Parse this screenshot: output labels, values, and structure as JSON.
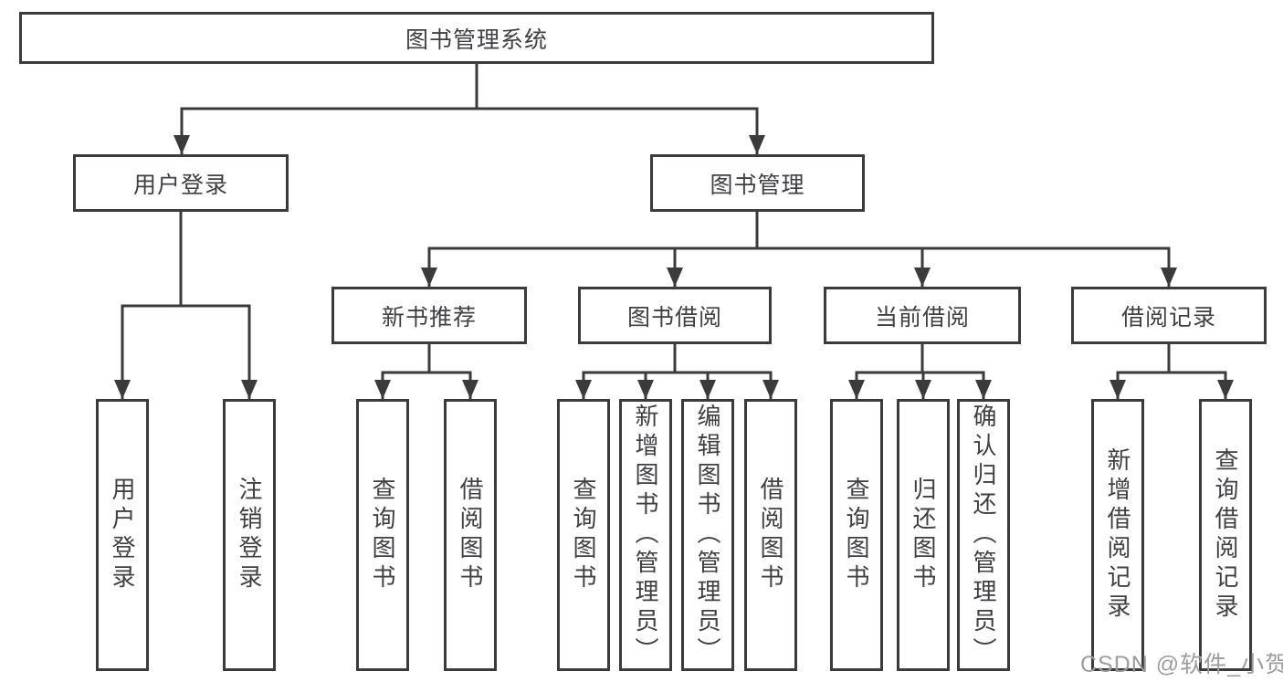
{
  "diagram": {
    "title": "图书管理系统",
    "colors": {
      "line": "#3b3b3b",
      "box_border": "#3b3b3b",
      "text": "#3f3f44",
      "background": "#ffffff",
      "watermark": "#9d9d9d"
    },
    "tree": {
      "label": "图书管理系统",
      "children": [
        {
          "label": "用户登录",
          "children": [
            {
              "label": "用户登录"
            },
            {
              "label": "注销登录"
            }
          ]
        },
        {
          "label": "图书管理",
          "children": [
            {
              "label": "新书推荐",
              "children": [
                {
                  "label": "查询图书"
                },
                {
                  "label": "借阅图书"
                }
              ]
            },
            {
              "label": "图书借阅",
              "children": [
                {
                  "label": "查询图书"
                },
                {
                  "label": "新增图书（管理员）"
                },
                {
                  "label": "编辑图书（管理员）"
                },
                {
                  "label": "借阅图书"
                }
              ]
            },
            {
              "label": "当前借阅",
              "children": [
                {
                  "label": "查询图书"
                },
                {
                  "label": "归还图书"
                },
                {
                  "label": "确认归还（管理员）"
                }
              ]
            },
            {
              "label": "借阅记录",
              "children": [
                {
                  "label": "新增借阅记录"
                },
                {
                  "label": "查询借阅记录"
                }
              ]
            }
          ]
        }
      ]
    },
    "watermark": "CSDN @软件_小贺同学"
  }
}
